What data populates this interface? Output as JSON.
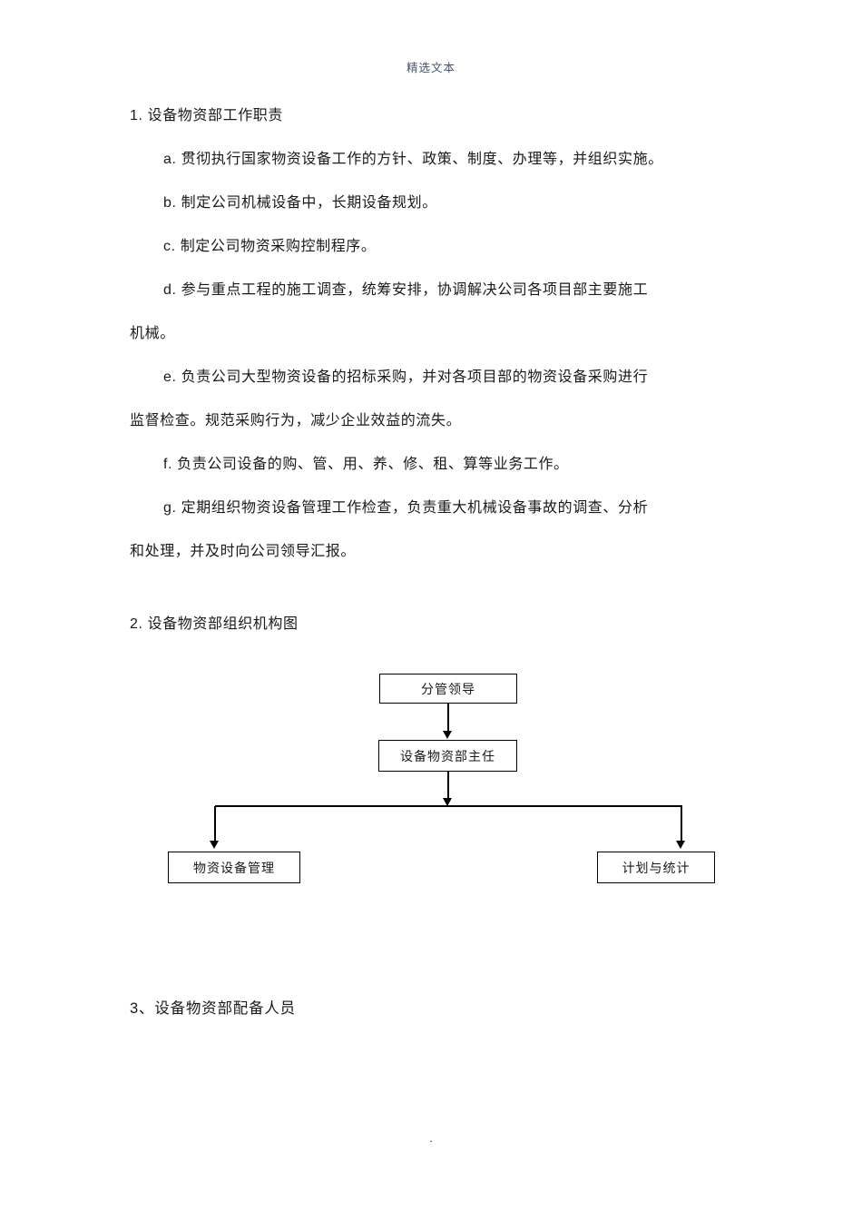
{
  "header": {
    "title": "精选文本"
  },
  "body": {
    "lines": [
      {
        "text": "1. 设备物资部工作职责"
      },
      {
        "text": "a. 贯彻执行国家物资设备工作的方针、政策、制度、办理等，并组织实施。"
      },
      {
        "text": "b. 制定公司机械设备中，长期设备规划。"
      },
      {
        "text": "c. 制定公司物资采购控制程序。"
      },
      {
        "text": "d. 参与重点工程的施工调查，统筹安排，协调解决公司各项目部主要施工"
      },
      {
        "text": "机械。"
      },
      {
        "text": "e. 负责公司大型物资设备的招标采购，并对各项目部的物资设备采购进行"
      },
      {
        "text": "监督检查。规范采购行为，减少企业效益的流失。"
      },
      {
        "text": "f. 负责公司设备的购、管、用、养、修、租、算等业务工作。"
      },
      {
        "text": "g. 定期组织物资设备管理工作检查，负责重大机械设备事故的调查、分析"
      },
      {
        "text": "和处理，并及时向公司领导汇报。"
      },
      {
        "text": "2. 设备物资部组织机构图"
      }
    ],
    "section3": "3、设备物资部配备人员"
  },
  "org_chart": {
    "boxes": {
      "top": "分管领导",
      "middle": "设备物资部主任",
      "left": "物资设备管理",
      "right": "计划与统计"
    }
  },
  "footer": {
    "dot": "."
  }
}
